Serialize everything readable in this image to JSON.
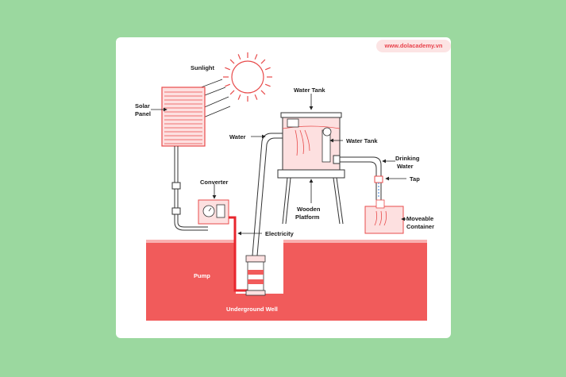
{
  "brand": {
    "site": "www.dolacademy.vn"
  },
  "labels": {
    "sunlight": "Sunlight",
    "solar_panel_1": "Solar",
    "solar_panel_2": "Panel",
    "converter": "Converter",
    "water_tank_top": "Water Tank",
    "water": "Water",
    "water_tank_side": "Water Tank",
    "drinking_water_1": "Drinking",
    "drinking_water_2": "Water",
    "tap": "Tap",
    "wooden_platform_1": "Wooden",
    "wooden_platform_2": "Platform",
    "moveable_container_1": "Moveable",
    "moveable_container_2": "Container",
    "electricity": "Electricity",
    "pump": "Pump",
    "underground_well": "Underground Well"
  },
  "colors": {
    "background": "#9bd89f",
    "card": "#ffffff",
    "accent": "#f15b5b",
    "accent_light": "#fde0e0",
    "stroke": "#333333"
  }
}
